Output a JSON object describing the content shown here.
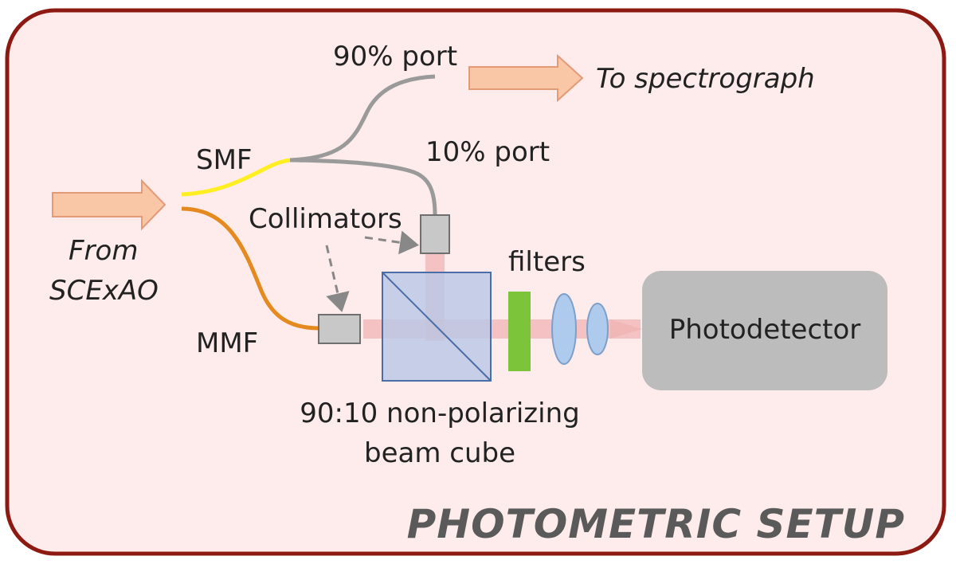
{
  "diagram": {
    "title": "PHOTOMETRIC SETUP",
    "labels": {
      "port_90": "90% port",
      "to_spectrograph": "To spectrograph",
      "smf": "SMF",
      "port_10": "10% port",
      "from_line1": "From",
      "from_line2": "SCExAO",
      "collimators": "Collimators",
      "filters": "filters",
      "mmf": "MMF",
      "photodetector": "Photodetector",
      "beam_cube_line1": "90:10 non-polarizing",
      "beam_cube_line2": "beam cube"
    },
    "colors": {
      "panel_fill": "#fdeceb",
      "panel_border": "#8c1a12",
      "arrow_fill": "#f9c7a6",
      "arrow_stroke": "#e39a76",
      "smf_fiber": "#ffee22",
      "mmf_fiber": "#e58a1f",
      "fiber_gray": "#9a9a9a",
      "collimator": "#c8c8c8",
      "beam": "#f0b4b4",
      "cube_fill": "#b9c7e6",
      "cube_stroke": "#4a6ea8",
      "filter": "#7cc53b",
      "lens": "#aecbee",
      "photodetector": "#bcbcbc"
    }
  }
}
